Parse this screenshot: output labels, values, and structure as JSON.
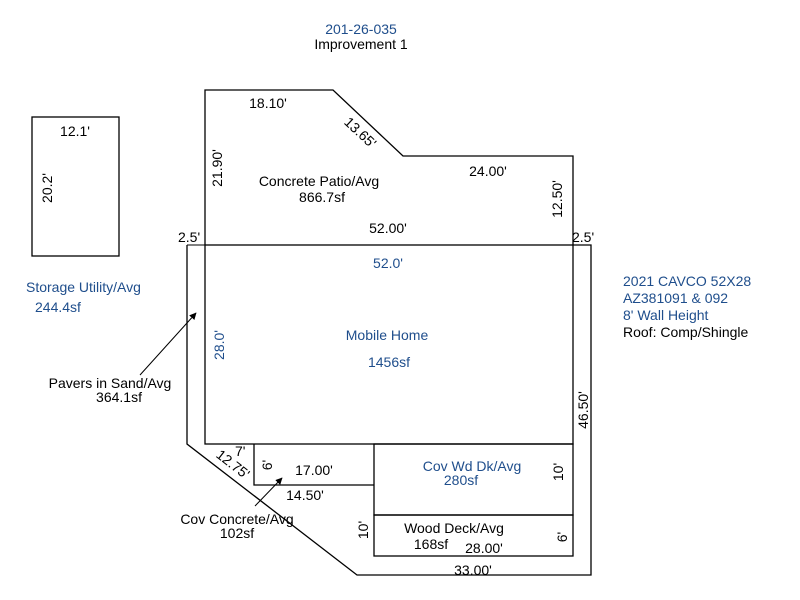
{
  "header": {
    "parcel": "201-26-035",
    "improvement": "Improvement 1"
  },
  "colors": {
    "line": "#000000",
    "label_blue": "#1f4e8c",
    "label_black": "#000000"
  },
  "storage": {
    "name": "Storage Utility/Avg",
    "area": "244.4sf",
    "width_dim": "12.1'",
    "height_dim": "20.2'"
  },
  "patio": {
    "name": "Concrete Patio/Avg",
    "area": "866.7sf",
    "dims": {
      "top": "18.10'",
      "diagonal": "13.65'",
      "left": "21.90'",
      "right_top": "24.00'",
      "right": "12.50'",
      "bottom": "52.00'"
    }
  },
  "mobile_home": {
    "name": "Mobile Home",
    "area": "1456sf",
    "width_dim": "52.0'",
    "height_dim": "28.0'"
  },
  "pavers": {
    "name": "Pavers in Sand/Avg",
    "area": "364.1sf",
    "dims": {
      "left_offset": "2.5'",
      "right_offset": "2.5'",
      "right": "46.50'",
      "diagonal": "12.75'",
      "step": "7'",
      "bottom_mid": "14.50'",
      "bottom_left": "10'",
      "bottom": "33.00'"
    }
  },
  "cov_concrete": {
    "name": "Cov Concrete/Avg",
    "area": "102sf",
    "width_dim": "17.00'",
    "height_dim": "6'"
  },
  "cov_wood_deck": {
    "name": "Cov Wd Dk/Avg",
    "area": "280sf",
    "height_dim": "10'"
  },
  "wood_deck": {
    "name": "Wood Deck/Avg",
    "area": "168sf",
    "width_dim": "28.00'",
    "height_dim": "6'"
  },
  "info": {
    "model": "2021 CAVCO 52X28",
    "serial": "AZ381091 & 092",
    "wall": "8' Wall Height",
    "roof": "Roof: Comp/Shingle"
  }
}
